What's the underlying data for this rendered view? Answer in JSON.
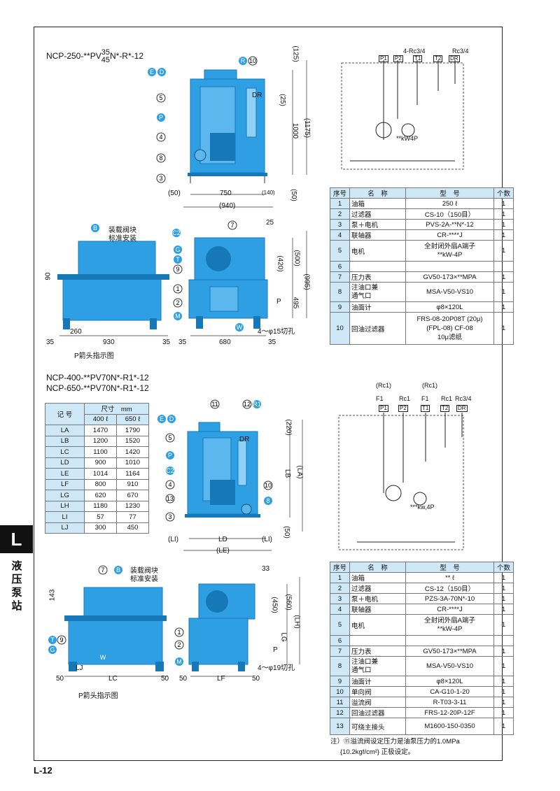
{
  "side": {
    "tab": "L",
    "section": "液压泵站"
  },
  "page_number": "L-12",
  "top": {
    "model_prefix": "NCP-250-",
    "model_sep": "PV",
    "model_num_top": "35",
    "model_num_bot": "45",
    "model_suffix": "N",
    "model_suffix2": "-R",
    "model_suffix3": "-12",
    "view_caption": "P箭头指示图",
    "valve_note_1": "装载阀块",
    "valve_note_2": "标准安装",
    "dims": {
      "d125": "(125)",
      "d25v": "(25)",
      "d1000": "1000",
      "d1175": "(1175)",
      "d50a": "(50)",
      "d750": "750",
      "d140": "(140)",
      "d50b": "(50)",
      "d940": "(940)",
      "d25h": "25",
      "d420": "(420)",
      "d500": "(500)",
      "d995": "(995)",
      "d495": "495",
      "d90": "90",
      "d260": "260",
      "d35a": "35",
      "d930": "930",
      "d35b": "35",
      "d35c": "35",
      "d680": "680",
      "d35d": "35",
      "holes": "4～φ15切孔",
      "p": "P",
      "dr": "DR"
    },
    "circuit": {
      "ports": [
        "P1",
        "P2",
        "T1",
        "T2",
        "DR"
      ],
      "port_label_1": "4-Rc3/4",
      "port_label_2": "Rc3/4",
      "motor_label": "**kW4P"
    },
    "table": {
      "headers": [
        "序号",
        "名　称",
        "型　号",
        "个数"
      ],
      "rows": [
        {
          "no": "1",
          "name": "油箱",
          "model": "250 ℓ",
          "qty": "1"
        },
        {
          "no": "2",
          "name": "过滤器",
          "model": "CS-10（150目）",
          "qty": "1"
        },
        {
          "no": "3",
          "name": "泵＋电机",
          "model": "PVS-2A-**N*-12",
          "qty": "1"
        },
        {
          "no": "4",
          "name": "联轴器",
          "model": "CR-****J",
          "qty": "1"
        },
        {
          "no": "5",
          "name": "电机",
          "model": "全封闭外扇A端子\n**kW-4P",
          "qty": "1"
        },
        {
          "no": "6",
          "name": "",
          "model": "",
          "qty": ""
        },
        {
          "no": "7",
          "name": "压力表",
          "model": "GV50-173×**MPA",
          "qty": "1"
        },
        {
          "no": "8",
          "name": "注油口兼\n通气口",
          "model": "MSA-V50-VS10",
          "qty": "1"
        },
        {
          "no": "9",
          "name": "油面计",
          "model": "φ8×120L",
          "qty": "1"
        },
        {
          "no": "10",
          "name": "回油过滤器",
          "model": "FRS-08-20P08T (20μ)\n(FPL-08) CF-08\n10μ滤纸",
          "qty": "1"
        }
      ]
    }
  },
  "bottom": {
    "model_line_1": "NCP-400-**PV70N*-R1*-12",
    "model_line_2": "NCP-650-**PV70N*-R1*-12",
    "view_caption": "P箭头指示图",
    "valve_note_1": "装载阀块",
    "valve_note_2": "标准安装",
    "dim_table": {
      "header_key": "记 号",
      "header_size": "尺寸　mm",
      "col_400": "400 ℓ",
      "col_650": "650 ℓ",
      "rows": [
        {
          "k": "LA",
          "a": "1470",
          "b": "1790"
        },
        {
          "k": "LB",
          "a": "1200",
          "b": "1520"
        },
        {
          "k": "LC",
          "a": "1100",
          "b": "1420"
        },
        {
          "k": "LD",
          "a": "900",
          "b": "1010"
        },
        {
          "k": "LE",
          "a": "1014",
          "b": "1164"
        },
        {
          "k": "LF",
          "a": "800",
          "b": "910"
        },
        {
          "k": "LG",
          "a": "620",
          "b": "670"
        },
        {
          "k": "LH",
          "a": "1180",
          "b": "1230"
        },
        {
          "k": "LI",
          "a": "57",
          "b": "77"
        },
        {
          "k": "LJ",
          "a": "300",
          "b": "450"
        }
      ]
    },
    "dims": {
      "d220": "(220)",
      "lb": "LB",
      "la": "(LA)",
      "d50": "(50)",
      "li1": "(LI)",
      "ld": "LD",
      "li2": "(LI)",
      "le": "(LE)",
      "d33": "33",
      "d450": "(450)",
      "d560": "(560)",
      "lh": "(LH)",
      "lg": "LG",
      "d143": "143",
      "lj": "LJ",
      "d50a": "50",
      "lc": "LC",
      "d50b": "50",
      "d50c": "50",
      "lf": "LF",
      "d50d": "50",
      "holes": "4～φ19切孔",
      "p": "P",
      "dr": "DR"
    },
    "circuit": {
      "ports": [
        "P1",
        "P2",
        "T1",
        "T2",
        "DR"
      ],
      "port_top": [
        "(Rc1)",
        "(Rc1)"
      ],
      "port_labels": [
        "F1",
        "Rc1",
        "F1",
        "Rc1",
        "Rc3/4"
      ],
      "motor_label": "***kw,4P"
    },
    "table": {
      "headers": [
        "序号",
        "名　称",
        "型　号",
        "个数"
      ],
      "rows": [
        {
          "no": "1",
          "name": "油箱",
          "model": "** ℓ",
          "qty": "1"
        },
        {
          "no": "2",
          "name": "过滤器",
          "model": "CS-12（150目）",
          "qty": "1"
        },
        {
          "no": "3",
          "name": "泵＋电机",
          "model": "PZS-3A-70N*-10",
          "qty": "1"
        },
        {
          "no": "4",
          "name": "联轴器",
          "model": "CR-****J",
          "qty": "1"
        },
        {
          "no": "5",
          "name": "电机",
          "model": "全封闭外扇A端子\n**kW-4P",
          "qty": "1"
        },
        {
          "no": "6",
          "name": "",
          "model": "",
          "qty": ""
        },
        {
          "no": "7",
          "name": "压力表",
          "model": "GV50-173×**MPA",
          "qty": "1"
        },
        {
          "no": "8",
          "name": "注油口兼\n通气口",
          "model": "MSA-V50-VS10",
          "qty": "1"
        },
        {
          "no": "9",
          "name": "油面计",
          "model": "φ8×120L",
          "qty": "1"
        },
        {
          "no": "10",
          "name": "单向阀",
          "model": "CA-G10-1-20",
          "qty": "1"
        },
        {
          "no": "11",
          "name": "溢流阀",
          "model": "R-T03-3-11",
          "qty": "1"
        },
        {
          "no": "12",
          "name": "回油过滤器",
          "model": "FRS-12-20P-12F",
          "qty": "1"
        },
        {
          "no": "13",
          "name": "可绕主接头",
          "model": "M1600-150-0350",
          "qty": "1"
        }
      ]
    },
    "note_1": "注）⑪溢流阀设定压力是油泵压力的1.0MPa",
    "note_2": "{10.2kgf/cm²} 正极设定。"
  },
  "colors": {
    "machine": "#2f9fe3",
    "machine_dark": "#1778b8",
    "table_head": "#cfe8f7",
    "callout_fill": "#2f9fe3"
  }
}
